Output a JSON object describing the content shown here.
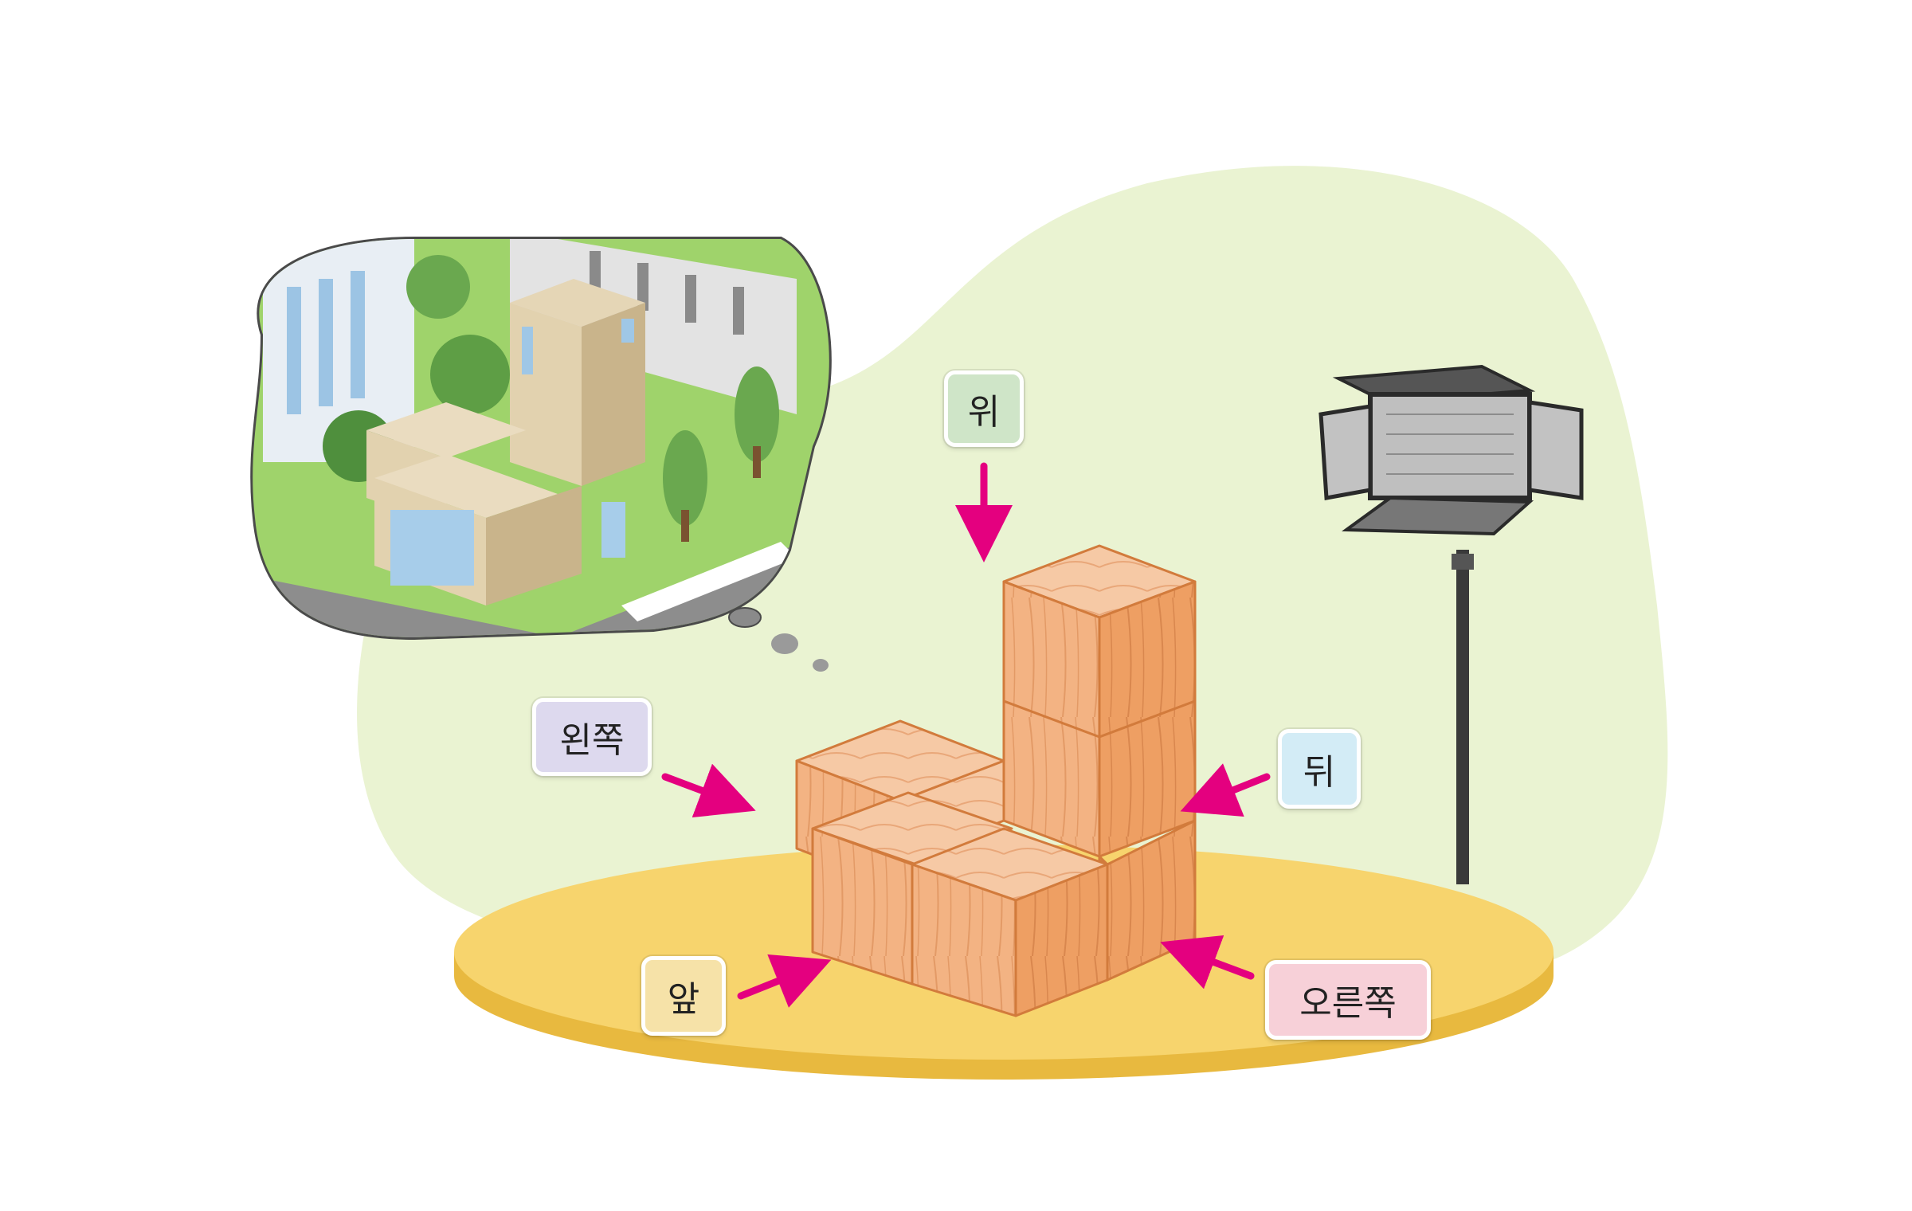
{
  "labels": {
    "top": "위",
    "left": "왼쪽",
    "back": "뒤",
    "front": "앞",
    "right": "오른쪽"
  },
  "colors": {
    "background_blob": "#eaf3d2",
    "stage_top": "#f7d46d",
    "stage_side": "#e8b93f",
    "arrow": "#e4007f",
    "label_top": "#cfe5c8",
    "label_left": "#ddd9ee",
    "label_back": "#d3ecf6",
    "label_front": "#f6e2a8",
    "label_right": "#f7d0d8",
    "wood_top": "#f6c9a5",
    "wood_front": "#f3b383",
    "wood_side": "#ee9f63"
  },
  "icons": {
    "thought_bubble": "house-illustration-icon",
    "light": "studio-light-icon"
  }
}
